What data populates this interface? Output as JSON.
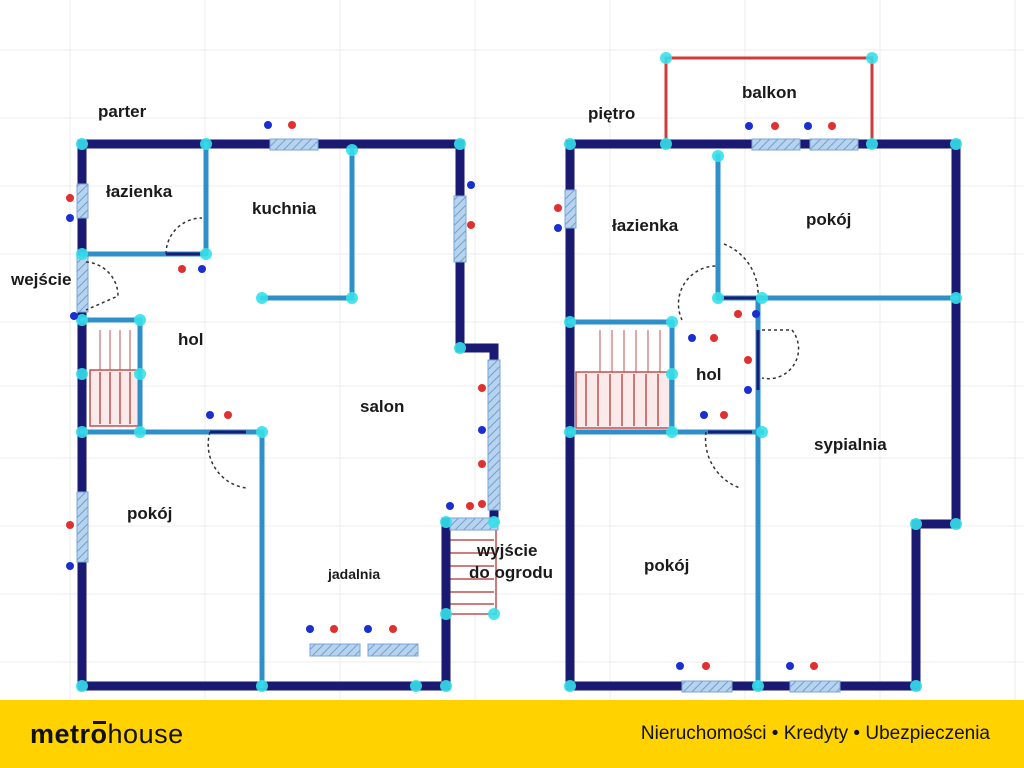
{
  "floors": [
    {
      "name": "parter",
      "rooms": [
        "łazienka",
        "kuchnia",
        "wejście",
        "hol",
        "salon",
        "pokój",
        "jadalnia",
        "wyjście",
        "do ogrodu"
      ]
    },
    {
      "name": "piętro",
      "rooms": [
        "balkon",
        "łazienka",
        "pokój",
        "hol",
        "sypialnia",
        "pokój"
      ]
    }
  ],
  "brand": {
    "logo_bold": "metr",
    "logo_o": "o",
    "logo_light": "house",
    "tagline": "Nieruchomości • Kredyty • Ubezpieczenia"
  },
  "colors": {
    "wall": "#1a1a73",
    "partition": "#2f8fc8",
    "joint": "#36e0ea",
    "window": "#9fc4e6",
    "stairs": "#c05050",
    "balcony": "#d03b3b",
    "dot_red": "#e03030",
    "dot_blue": "#1a2fd0",
    "footer_bg": "#ffd200"
  }
}
